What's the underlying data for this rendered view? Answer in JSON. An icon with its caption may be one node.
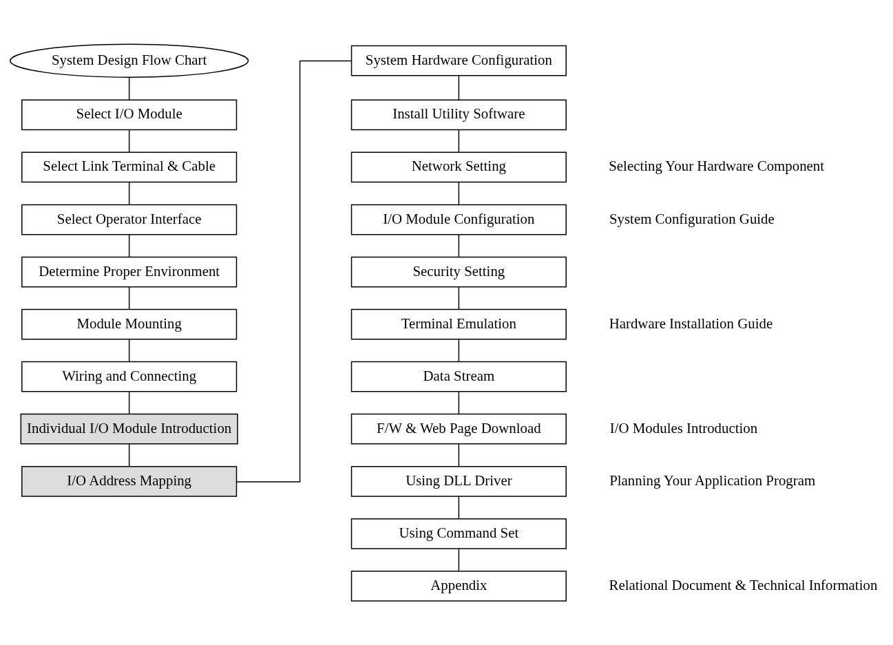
{
  "diagram": {
    "nodes": [
      {
        "text": [
          "System Design Flow Chart"
        ]
      },
      {
        "text": [
          "Select I/O Module"
        ]
      },
      {
        "text": [
          "Select Link Terminal & Cable"
        ]
      },
      {
        "text": [
          "Select Operator Interface"
        ]
      },
      {
        "text": [
          "Determine Proper Environment"
        ]
      },
      {
        "text": [
          "Module Mounting"
        ]
      },
      {
        "text": [
          "Wiring and Connecting"
        ]
      },
      {
        "text": [
          "Individual I/O Module Introduction"
        ]
      },
      {
        "text": [
          "I/O Address Mapping"
        ]
      },
      {
        "text": [
          "System Hardware Configuration"
        ]
      },
      {
        "text": [
          "Install Utility Software"
        ]
      },
      {
        "text": [
          "Network Setting"
        ]
      },
      {
        "text": [
          "I/O Module Configuration"
        ]
      },
      {
        "text": [
          "Security Setting"
        ]
      },
      {
        "text": [
          "Terminal Emulation"
        ]
      },
      {
        "text": [
          "Data Stream"
        ]
      },
      {
        "text": [
          "F/W & Web Page Download"
        ]
      },
      {
        "text": [
          "Using DLL Driver"
        ]
      },
      {
        "text": [
          "Using Command Set"
        ]
      },
      {
        "text": [
          "Appendix"
        ]
      }
    ],
    "edges": [
      {
        "from": 0,
        "to": 1,
        "arrow": "none"
      },
      {
        "from": 1,
        "to": 2,
        "arrow": "none"
      },
      {
        "from": 2,
        "to": 3,
        "arrow": "none"
      },
      {
        "from": 3,
        "to": 4,
        "arrow": "none"
      },
      {
        "from": 4,
        "to": 5,
        "arrow": "none"
      },
      {
        "from": 5,
        "to": 6,
        "arrow": "none"
      },
      {
        "from": 6,
        "to": 7,
        "arrow": "none"
      },
      {
        "from": 7,
        "to": 8,
        "arrow": "none"
      },
      {
        "from": 8,
        "to": 9,
        "arrow": "none"
      },
      {
        "from": 9,
        "to": 10,
        "arrow": "none"
      },
      {
        "from": 10,
        "to": 11,
        "arrow": "none"
      },
      {
        "from": 11,
        "to": 12,
        "arrow": "none"
      },
      {
        "from": 12,
        "to": 13,
        "arrow": "none"
      },
      {
        "from": 13,
        "to": 14,
        "arrow": "none"
      },
      {
        "from": 14,
        "to": 15,
        "arrow": "none"
      },
      {
        "from": 15,
        "to": 16,
        "arrow": "none"
      },
      {
        "from": 16,
        "to": 17,
        "arrow": "none"
      },
      {
        "from": 17,
        "to": 18,
        "arrow": "none"
      },
      {
        "from": 18,
        "to": 19,
        "arrow": "none"
      }
    ],
    "labels": [
      "Selecting Your Hardware Component",
      "Hardware Installation Guide",
      "I/O Modules Introduction",
      "System Configuration Guide",
      "Planning Your Application Program",
      "Relational Document & Technical Information"
    ]
  }
}
